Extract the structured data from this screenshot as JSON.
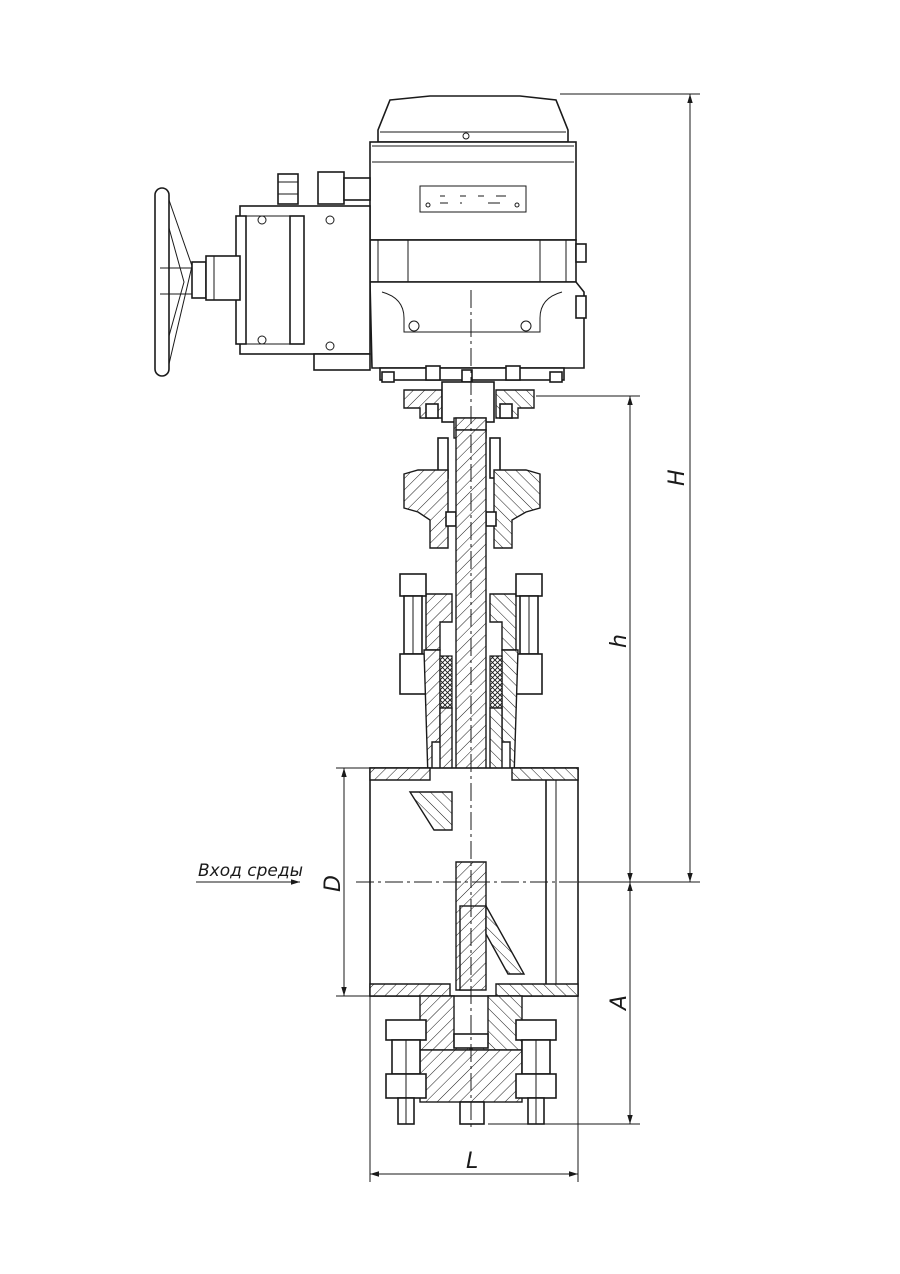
{
  "labels": {
    "inlet": "Вход среды",
    "dim_H": "H",
    "dim_h": "h",
    "dim_D": "D",
    "dim_A": "A",
    "dim_L": "L"
  }
}
